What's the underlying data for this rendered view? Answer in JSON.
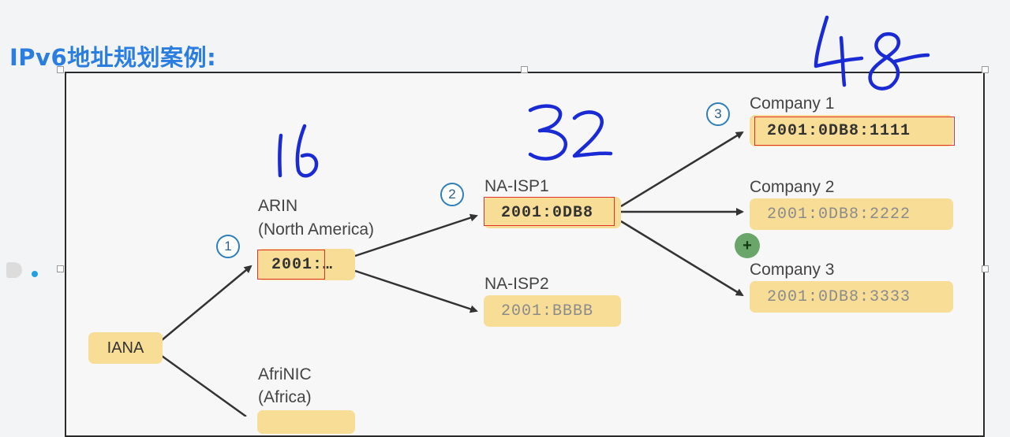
{
  "slide": {
    "title": "IPv6地址规划案例:"
  },
  "nodes": {
    "iana": {
      "label": "IANA"
    },
    "arin": {
      "name": "ARIN",
      "region": "(North America)",
      "prefix": "2001:…",
      "step": "1"
    },
    "afrinic": {
      "name": "AfriNIC",
      "region": "(Africa)"
    },
    "na_isp1": {
      "name": "NA-ISP1",
      "prefix": "2001:0DB8",
      "step": "2"
    },
    "na_isp2": {
      "name": "NA-ISP2",
      "prefix": "2001:BBBB"
    },
    "company1": {
      "name": "Company 1",
      "prefix": "2001:0DB8:1111",
      "step": "3"
    },
    "company2": {
      "name": "Company 2",
      "prefix": "2001:0DB8:2222"
    },
    "company3": {
      "name": "Company 3",
      "prefix": "2001:0DB8:3333"
    }
  },
  "annotations": {
    "plus_cursor": "+"
  },
  "handwritten_notes": [
    "16",
    "32",
    "48"
  ],
  "colors": {
    "title": "#2a7de1",
    "prefix_box": "#f7dd96",
    "highlight": "#e0312c",
    "ink": "#1a2bd6"
  }
}
